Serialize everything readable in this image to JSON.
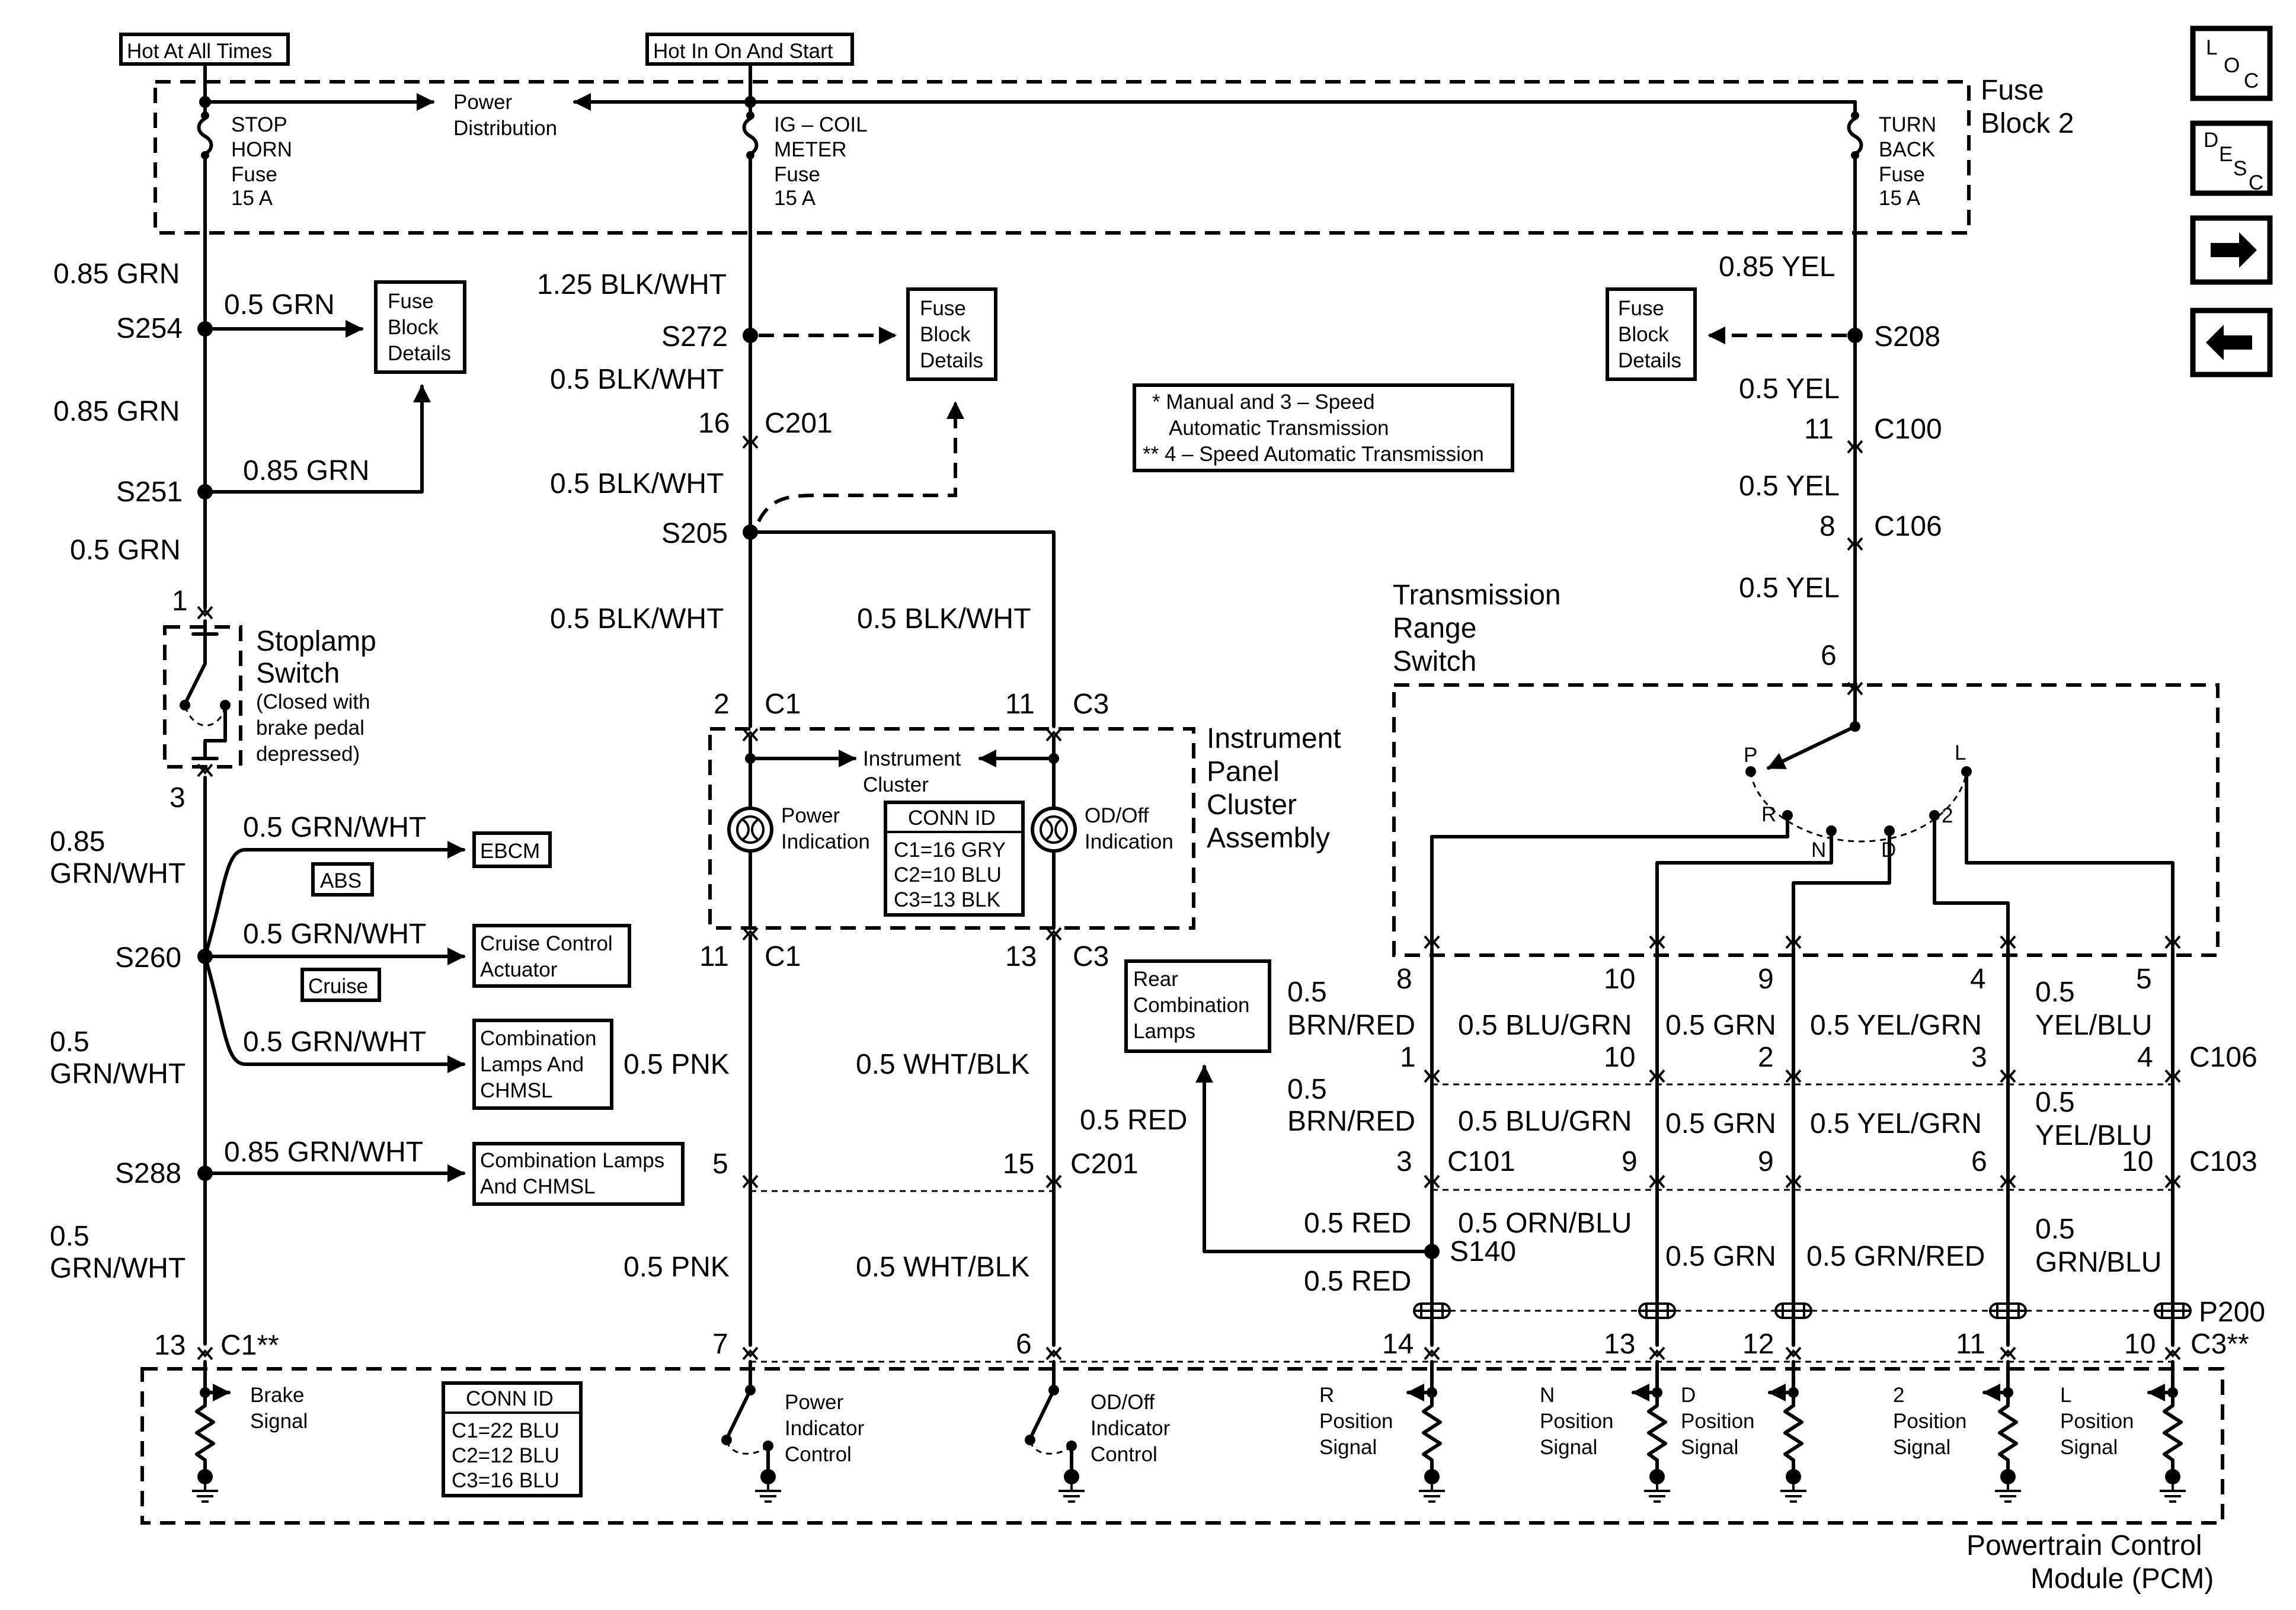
{
  "supply": {
    "hot_at_all_times": "Hot At All Times",
    "hot_in_on_start": "Hot In On And Start"
  },
  "fuse_block": {
    "title_1": "Fuse",
    "title_2": "Block 2",
    "power_dist_1": "Power",
    "power_dist_2": "Distribution",
    "fuse_a": [
      "STOP",
      "HORN",
      "Fuse",
      "15 A"
    ],
    "fuse_b": [
      "IG – COIL",
      "METER",
      "Fuse",
      "15 A"
    ],
    "fuse_c": [
      "TURN",
      "BACK",
      "Fuse",
      "15 A"
    ]
  },
  "fuse_details": [
    "Fuse",
    "Block",
    "Details"
  ],
  "nav": {
    "loc": "L O C",
    "desc": "D E S C"
  },
  "notes": {
    "line_1": "* Manual and 3 – Speed",
    "line_2": "Automatic Transmission",
    "line_3": "** 4 – Speed Automatic Transmission"
  },
  "left_circuit": {
    "w1": "0.85 GRN",
    "s254": "S254",
    "w2": "0.5 GRN",
    "w3": "0.85 GRN",
    "s251": "S251",
    "w4": "0.85 GRN",
    "w5": "0.5 GRN",
    "pin_top": "1",
    "pin_bottom": "3",
    "stoplamp_1": "Stoplamp",
    "stoplamp_2": "Switch",
    "stoplamp_3": "(Closed with",
    "stoplamp_4": "brake pedal",
    "stoplamp_5": "depressed)",
    "w6a": "0.85",
    "w6b": "GRN/WHT",
    "s260": "S260",
    "b1_wire": "0.5 GRN/WHT",
    "b1_dest": "EBCM",
    "b1_tag": "ABS",
    "b2_wire": "0.5 GRN/WHT",
    "b2_dest_1": "Cruise Control",
    "b2_dest_2": "Actuator",
    "b2_tag": "Cruise",
    "b3_wire": "0.5 GRN/WHT",
    "b3_dest_1": "Combination",
    "b3_dest_2": "Lamps And",
    "b3_dest_3": "CHMSL",
    "w7a": "0.5",
    "w7b": "GRN/WHT",
    "s288": "S288",
    "b4_wire": "0.85 GRN/WHT",
    "b4_dest_1": "Combination Lamps",
    "b4_dest_2": "And CHMSL",
    "w8a": "0.5",
    "w8b": "GRN/WHT",
    "pcm_pin": "13",
    "pcm_conn": "C1**"
  },
  "mid_circuit": {
    "w1": "1.25 BLK/WHT",
    "s272": "S272",
    "w2": "0.5 BLK/WHT",
    "c201_pin": "16",
    "c201": "C201",
    "w3": "0.5 BLK/WHT",
    "s205": "S205",
    "w4": "0.5 BLK/WHT",
    "w5": "0.5 BLK/WHT",
    "ipc_pin_a": "2",
    "ipc_conn_a": "C1",
    "ipc_pin_b": "11",
    "ipc_conn_b": "C3",
    "cluster_1": "Instrument",
    "cluster_2": "Cluster",
    "power_ind_1": "Power",
    "power_ind_2": "Indication",
    "od_ind_1": "OD/Off",
    "od_ind_2": "Indication",
    "conn_title": "CONN ID",
    "conn_rows": [
      "C1=16 GRY",
      "C2=10 BLU",
      "C3=13 BLK"
    ],
    "ipc_title": [
      "Instrument",
      "Panel",
      "Cluster",
      "Assembly"
    ],
    "out_pin_a": "11",
    "out_conn_a": "C1",
    "out_pin_b": "13",
    "out_conn_b": "C3",
    "w6": "0.5 PNK",
    "w7": "0.5 WHT/BLK",
    "c201b_pin_a": "5",
    "c201b_pin_b": "15",
    "c201b": "C201",
    "w8": "0.5 PNK",
    "w9": "0.5 WHT/BLK",
    "pcm_pin_a": "7",
    "pcm_pin_b": "6",
    "rear_lamps": [
      "Rear",
      "Combination",
      "Lamps"
    ],
    "w10": "0.5 RED"
  },
  "right_circuit": {
    "w1": "0.85 YEL",
    "s208": "S208",
    "w2": "0.5 YEL",
    "c100_pin": "11",
    "c100": "C100",
    "w3": "0.5 YEL",
    "c106_pin": "8",
    "c106": "C106",
    "w4": "0.5 YEL",
    "trs_title": [
      "Transmission",
      "Range",
      "Switch"
    ],
    "trs_pin": "6",
    "positions": [
      "P",
      "R",
      "N",
      "D",
      "2",
      "L"
    ],
    "pins_top": [
      "8",
      "10",
      "9",
      "4",
      "5"
    ],
    "wires_a": [
      [
        "0.5",
        "BRN/RED"
      ],
      [
        "0.5 BLU/GRN"
      ],
      [
        "0.5 GRN"
      ],
      [
        "0.5 YEL/GRN"
      ],
      [
        "0.5",
        "YEL/BLU"
      ]
    ],
    "pins_c106": [
      "1",
      "10",
      "2",
      "3",
      "4"
    ],
    "c106b": "C106",
    "wires_b": [
      [
        "0.5",
        "BRN/RED"
      ],
      [
        "0.5 BLU/GRN"
      ],
      [
        "0.5 GRN"
      ],
      [
        "0.5 YEL/GRN"
      ],
      [
        "0.5",
        "YEL/BLU"
      ]
    ],
    "pins_c10x": [
      "3",
      "9",
      "9",
      "6",
      "10"
    ],
    "c101": "C101",
    "c103": "C103",
    "wires_c": [
      [
        "0.5 RED"
      ],
      [
        "0.5 ORN/BLU"
      ],
      [
        "0.5 GRN"
      ],
      [
        "0.5 GRN/RED"
      ],
      [
        "0.5",
        "GRN/BLU"
      ]
    ],
    "s140": "S140",
    "w_red_lower": "0.5 RED",
    "p200": "P200",
    "pcm_pins": [
      "14",
      "13",
      "12",
      "11",
      "10"
    ],
    "pcm_conn": "C3**"
  },
  "pcm": {
    "brake_1": "Brake",
    "brake_2": "Signal",
    "conn_title": "CONN ID",
    "conn_rows": [
      "C1=22 BLU",
      "C2=12 BLU",
      "C3=16 BLU"
    ],
    "pic_1": "Power",
    "pic_2": "Indicator",
    "pic_3": "Control",
    "odic_1": "OD/Off",
    "odic_2": "Indicator",
    "odic_3": "Control",
    "sig_r": [
      "R",
      "Position",
      "Signal"
    ],
    "sig_n": [
      "N",
      "Position",
      "Signal"
    ],
    "sig_d": [
      "D",
      "Position",
      "Signal"
    ],
    "sig_2": [
      "2",
      "Position",
      "Signal"
    ],
    "sig_l": [
      "L",
      "Position",
      "Signal"
    ],
    "title_1": "Powertrain Control",
    "title_2": "Module (PCM)"
  }
}
